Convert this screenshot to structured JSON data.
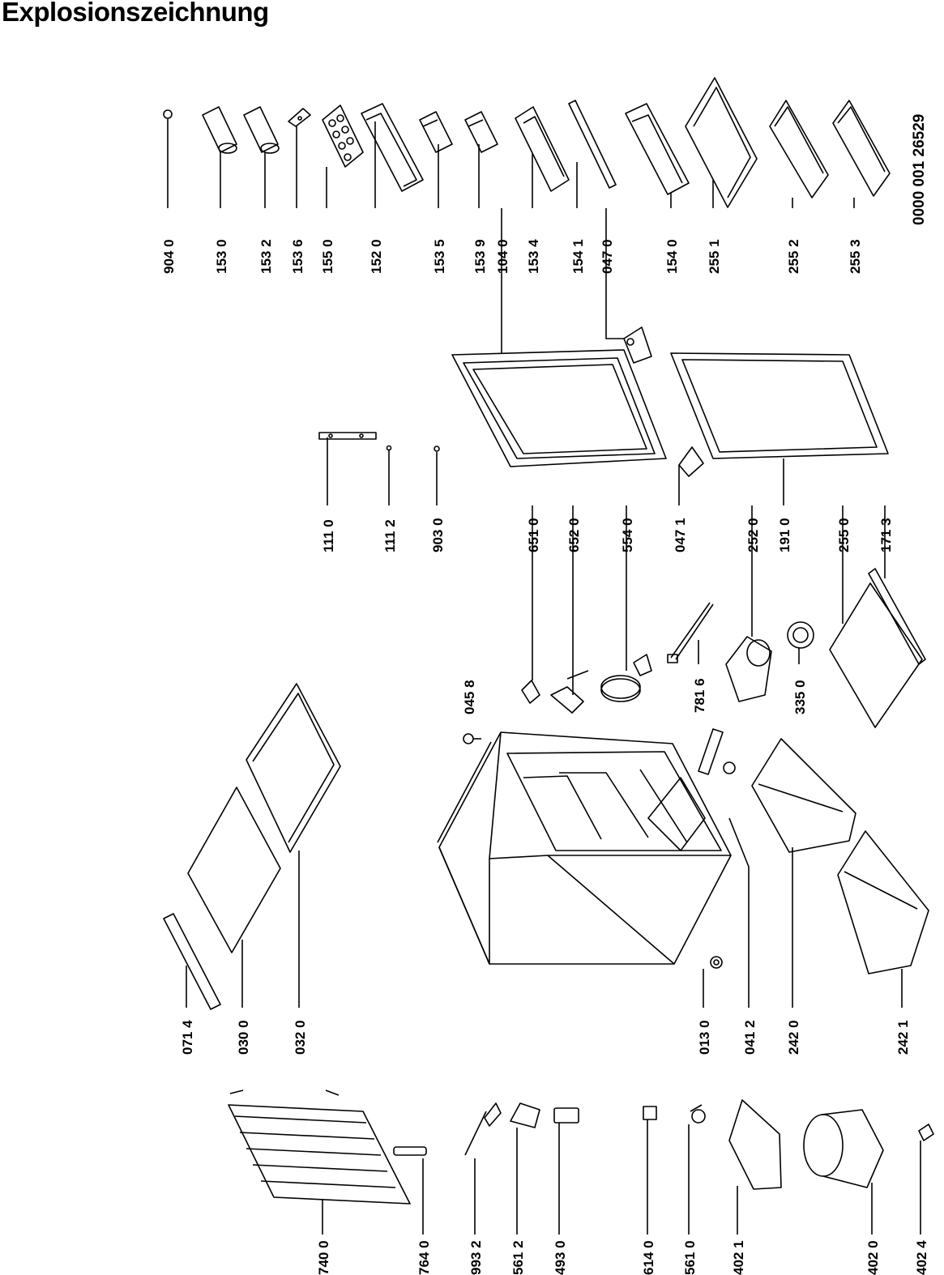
{
  "title": "Explosionszeichnung",
  "document_number": "0000 001 26529",
  "parts": [
    {
      "num": "904 0"
    },
    {
      "num": "153 0"
    },
    {
      "num": "153 2"
    },
    {
      "num": "153 6"
    },
    {
      "num": "155 0"
    },
    {
      "num": "152 0"
    },
    {
      "num": "153 5"
    },
    {
      "num": "153 9"
    },
    {
      "num": "104 0"
    },
    {
      "num": "153 4"
    },
    {
      "num": "154 1"
    },
    {
      "num": "047 0"
    },
    {
      "num": "154 0"
    },
    {
      "num": "255 1"
    },
    {
      "num": "255 2"
    },
    {
      "num": "255 3"
    },
    {
      "num": "111 0"
    },
    {
      "num": "111 2"
    },
    {
      "num": "903 0"
    },
    {
      "num": "651 0"
    },
    {
      "num": "652 0"
    },
    {
      "num": "554 0"
    },
    {
      "num": "047 1"
    },
    {
      "num": "252 0"
    },
    {
      "num": "191 0"
    },
    {
      "num": "255 0"
    },
    {
      "num": "171 3"
    },
    {
      "num": "045 8"
    },
    {
      "num": "781 6"
    },
    {
      "num": "335 0"
    },
    {
      "num": "071 4"
    },
    {
      "num": "030 0"
    },
    {
      "num": "032 0"
    },
    {
      "num": "013 0"
    },
    {
      "num": "041 2"
    },
    {
      "num": "242 0"
    },
    {
      "num": "242 1"
    },
    {
      "num": "740 0"
    },
    {
      "num": "764 0"
    },
    {
      "num": "993 2"
    },
    {
      "num": "561 2"
    },
    {
      "num": "493 0"
    },
    {
      "num": "614 0"
    },
    {
      "num": "561 0"
    },
    {
      "num": "402 1"
    },
    {
      "num": "402 0"
    },
    {
      "num": "402 4"
    }
  ]
}
